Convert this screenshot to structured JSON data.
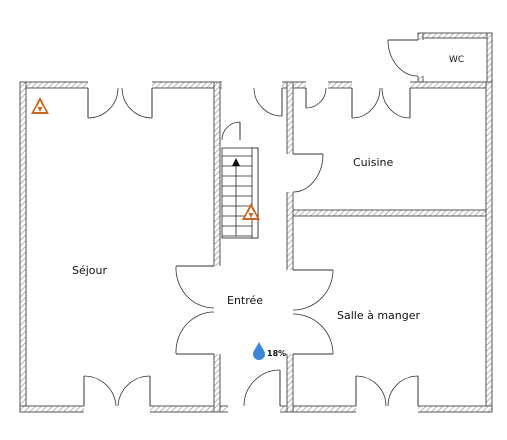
{
  "rooms": {
    "wc": "WC",
    "cuisine": "Cuisine",
    "sejour": "Séjour",
    "entree": "Entrée",
    "salle_a_manger": "Salle à manger"
  },
  "sensors": {
    "humidity": "18%"
  },
  "colors": {
    "alarm_triangle": "#c8641e",
    "humidity_drop": "#3c86d8",
    "wall_hatch": "#888888"
  },
  "icons": {
    "alarm": "warning-triangles-icon",
    "humidity": "water-drop-icon",
    "stair_direction": "arrow-up-icon"
  }
}
